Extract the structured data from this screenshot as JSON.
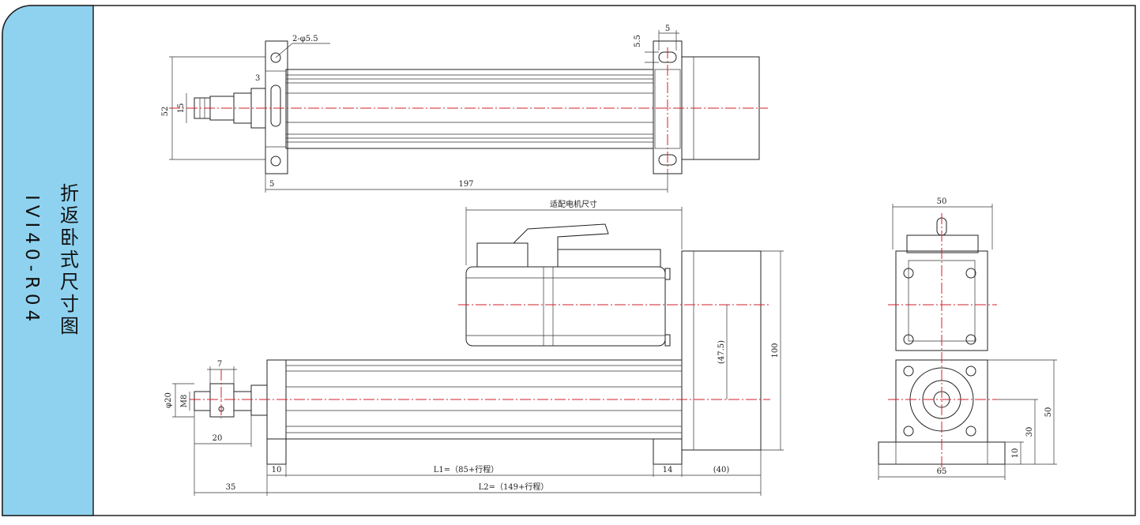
{
  "side_title": {
    "chinese": "折返卧式尺寸图",
    "model": "IVI40-R04"
  },
  "top_view": {
    "holes_label": "2-φ5.5",
    "height_label": "52",
    "rod_label": "15",
    "flange_label": "3",
    "length_label": "197",
    "margin_label": "5",
    "slot_w_label": "5",
    "slot_h_label": "5.5"
  },
  "side_view": {
    "motor_label": "适配电机尺寸",
    "thread_label": "M8",
    "rod_dia_label": "φ20",
    "nut_label": "7",
    "tip_label": "20",
    "offset_label": "(47.5)",
    "height_label": "100",
    "l1_label": "L1=（85+行程）",
    "l2_label": "L2=（149+行程）",
    "left_label": "35",
    "foot_left_label": "10",
    "foot_right_label": "14",
    "motor_len_label": "(40)"
  },
  "end_view": {
    "top_label": "50",
    "base_label": "65",
    "h50_label": "50",
    "h30_label": "30",
    "h10_label": "10"
  },
  "colors": {
    "tab_fill": "#8fd2f0",
    "centerline": "#d0202a",
    "line": "#222222"
  }
}
